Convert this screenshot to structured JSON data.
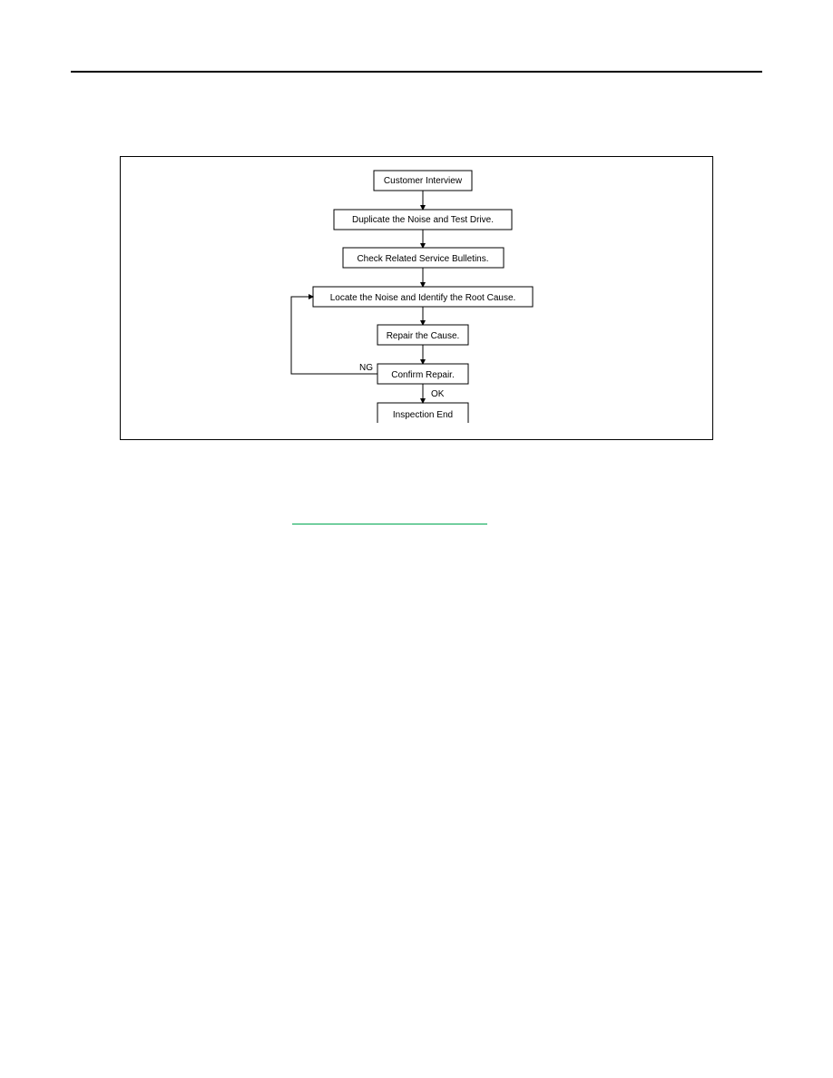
{
  "flowchart": {
    "steps": [
      "Customer Interview",
      "Duplicate the Noise and Test Drive.",
      "Check Related Service Bulletins.",
      "Locate the Noise and Identify the Root Cause.",
      "Repair the Cause.",
      "Confirm Repair.",
      "Inspection End"
    ],
    "branch_ng": "NG",
    "branch_ok": "OK"
  },
  "colors": {
    "link_underline": "#00a651"
  }
}
